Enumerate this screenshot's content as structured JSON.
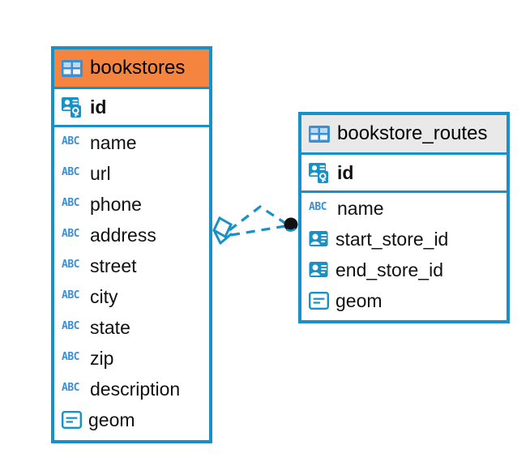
{
  "diagram": {
    "type": "entity-relationship-diagram",
    "background": "#ffffff",
    "border_color": "#1890c8",
    "accent_color": "#f5843f",
    "neutral_header_color": "#e9e9e9",
    "icon_color": "#1890c8",
    "abc_icon_color": "#3b8fd4"
  },
  "entities": [
    {
      "name": "bookstores",
      "header_style": "accent",
      "table_icon": "table-icon",
      "primary_key": {
        "label": "id",
        "icon": "primary-key-icon"
      },
      "fields": [
        {
          "label": "name",
          "icon": "abc-text-icon",
          "type": "text"
        },
        {
          "label": "url",
          "icon": "abc-text-icon",
          "type": "text"
        },
        {
          "label": "phone",
          "icon": "abc-text-icon",
          "type": "text"
        },
        {
          "label": "address",
          "icon": "abc-text-icon",
          "type": "text"
        },
        {
          "label": "street",
          "icon": "abc-text-icon",
          "type": "text"
        },
        {
          "label": "city",
          "icon": "abc-text-icon",
          "type": "text"
        },
        {
          "label": "state",
          "icon": "abc-text-icon",
          "type": "text"
        },
        {
          "label": "zip",
          "icon": "abc-text-icon",
          "type": "text"
        },
        {
          "label": "description",
          "icon": "abc-text-icon",
          "type": "text"
        },
        {
          "label": "geom",
          "icon": "geometry-icon",
          "type": "geometry"
        }
      ]
    },
    {
      "name": "bookstore_routes",
      "header_style": "neutral",
      "table_icon": "table-icon",
      "primary_key": {
        "label": "id",
        "icon": "primary-key-icon"
      },
      "fields": [
        {
          "label": "name",
          "icon": "abc-text-icon",
          "type": "text"
        },
        {
          "label": "start_store_id",
          "icon": "foreign-key-icon",
          "type": "foreign-key"
        },
        {
          "label": "end_store_id",
          "icon": "foreign-key-icon",
          "type": "foreign-key"
        },
        {
          "label": "geom",
          "icon": "geometry-icon",
          "type": "geometry"
        }
      ]
    }
  ],
  "relationships": [
    {
      "from_entity": "bookstores",
      "to_entity": "bookstore_routes",
      "from_marker": "diamond-crowsfoot",
      "to_marker": "filled-circle",
      "line_style": "dashed",
      "line_color": "#1890c8",
      "marker_end_color": "#111111",
      "branch_count": 2
    }
  ]
}
